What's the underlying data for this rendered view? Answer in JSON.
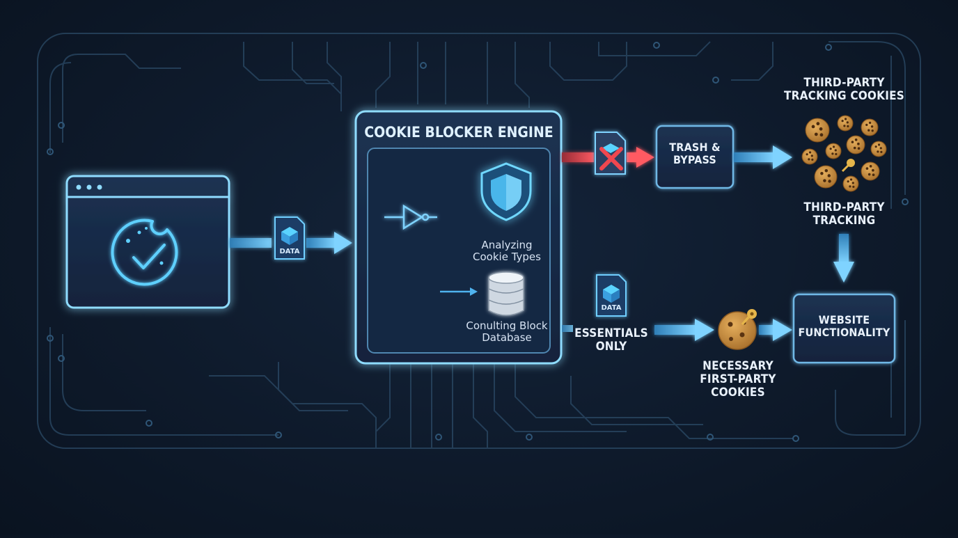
{
  "engine": {
    "title": "COOKIE BLOCKER ENGINE",
    "analyzing_label": "Analyzing\nCookie Types",
    "database_label": "Conulting Block\nDatabase"
  },
  "data_tag_label": "DATA",
  "trash_label": "TRASH &\nBYPASS",
  "tracking_cookies_label": "THIRD-PARTY\nTRACKING COOKIES",
  "tracking_label": "THIRD-PARTY\nTRACKING",
  "website_label": "WEBSITE\nFUNCTIONALITY",
  "essentials_label": "ESSENTIALS\nONLY",
  "necessary_label": "NECESSARY\nFIRST-PARTY\nCOOKIES",
  "colors": {
    "accent": "#4fc3ff",
    "block": "#e0454f",
    "cookie": "#c88a3a"
  }
}
